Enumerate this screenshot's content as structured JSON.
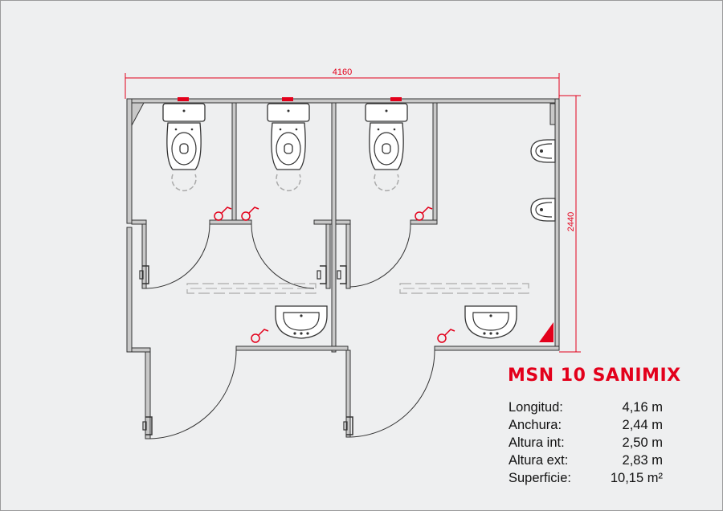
{
  "title": "MSN 10 SANIMIX",
  "dimensions": {
    "length_label": "4160",
    "width_label": "2440"
  },
  "specs": [
    {
      "label": "Longitud:",
      "value": "4,16 m"
    },
    {
      "label": "Anchura:",
      "value": "2,44 m"
    },
    {
      "label": "Altura int:",
      "value": "2,50 m"
    },
    {
      "label": "Altura ext:",
      "value": "2,83 m"
    },
    {
      "label": "Superficie:",
      "value": "10,15 m²"
    }
  ],
  "colors": {
    "accent": "#e3001b",
    "wall": "#c8c8c8",
    "line": "#333333"
  }
}
